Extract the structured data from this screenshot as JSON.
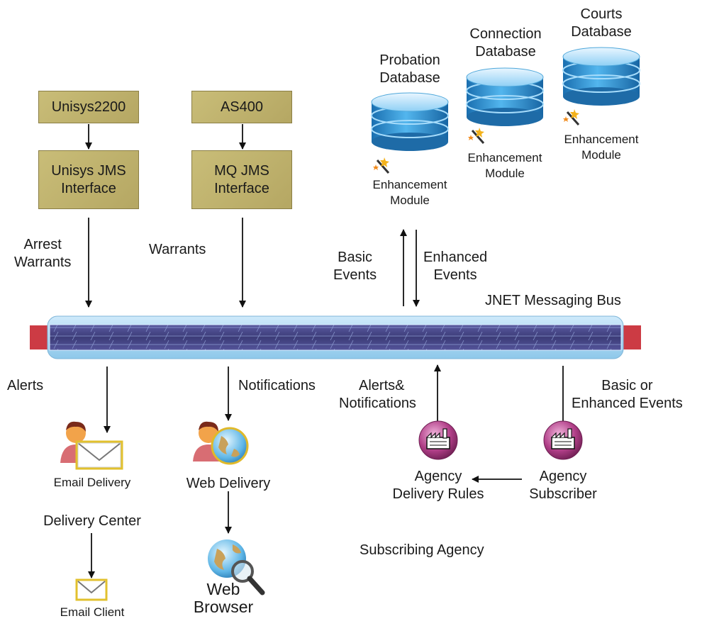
{
  "sources": {
    "unisys2200": "Unisys2200",
    "unisys_jms_line1": "Unisys JMS",
    "unisys_jms_line2": "Interface",
    "as400": "AS400",
    "mq_jms_line1": "MQ JMS",
    "mq_jms_line2": "Interface"
  },
  "flows": {
    "arrest_line1": "Arrest",
    "arrest_line2": "Warrants",
    "warrants": "Warrants",
    "basic_events_line1": "Basic",
    "basic_events_line2": "Events",
    "enhanced_events_line1": "Enhanced",
    "enhanced_events_line2": "Events",
    "alerts": "Alerts",
    "notifications": "Notifications",
    "alerts_notif_line1": "Alerts&",
    "alerts_notif_line2": "Notifications",
    "basic_or_line1": "Basic or",
    "basic_or_line2": "Enhanced Events"
  },
  "databases": [
    {
      "name_line1": "Probation",
      "name_line2": "Database",
      "module_line1": "Enhancement",
      "module_line2": "Module"
    },
    {
      "name_line1": "Connection",
      "name_line2": "Database",
      "module_line1": "Enhancement",
      "module_line2": "Module"
    },
    {
      "name_line1": "Courts",
      "name_line2": "Database",
      "module_line1": "Enhancement",
      "module_line2": "Module"
    }
  ],
  "bus": {
    "label": "JNET Messaging Bus"
  },
  "delivery": {
    "email_delivery": "Email Delivery",
    "web_delivery": "Web Delivery",
    "delivery_center": "Delivery Center",
    "email_client": "Email Client",
    "web_browser_line1": "Web",
    "web_browser_line2": "Browser"
  },
  "agency": {
    "rules_line1": "Agency",
    "rules_line2": "Delivery Rules",
    "subscriber_line1": "Agency",
    "subscriber_line2": "Subscriber",
    "subscribing_agency": "Subscribing Agency"
  },
  "colors": {
    "box_fill": "#bfb26d",
    "bus_outer": "#a9d6ef",
    "bus_inner": "#4a4a8a",
    "bus_end": "#cc3b44",
    "db_blue": "#2f8fd0",
    "factory": "#a0357a"
  }
}
